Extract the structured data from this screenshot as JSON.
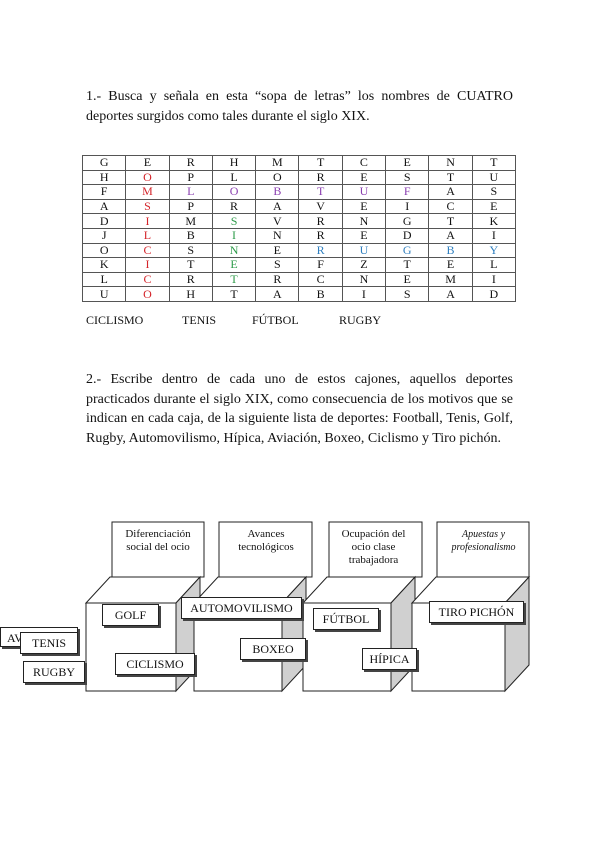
{
  "q1_text": "1.- Busca y señala en esta “sopa de letras” los nombres de CUATRO deportes surgidos como tales durante el siglo XIX.",
  "grid": [
    [
      "G",
      "E",
      "R",
      "H",
      "M",
      "T",
      "C",
      "E",
      "N",
      "T"
    ],
    [
      "H",
      "O",
      "P",
      "L",
      "O",
      "R",
      "E",
      "S",
      "T",
      "U"
    ],
    [
      "F",
      "M",
      "L",
      "O",
      "B",
      "T",
      "U",
      "F",
      "A",
      "S"
    ],
    [
      "A",
      "S",
      "P",
      "R",
      "A",
      "V",
      "E",
      "I",
      "C",
      "E"
    ],
    [
      "D",
      "I",
      "M",
      "S",
      "V",
      "R",
      "N",
      "G",
      "T",
      "K"
    ],
    [
      "J",
      "L",
      "B",
      "I",
      "N",
      "R",
      "E",
      "D",
      "A",
      "I"
    ],
    [
      "O",
      "C",
      "S",
      "N",
      "E",
      "R",
      "U",
      "G",
      "B",
      "Y"
    ],
    [
      "K",
      "I",
      "T",
      "E",
      "S",
      "F",
      "Z",
      "T",
      "E",
      "L"
    ],
    [
      "L",
      "C",
      "R",
      "T",
      "R",
      "C",
      "N",
      "E",
      "M",
      "I"
    ],
    [
      "U",
      "O",
      "H",
      "T",
      "A",
      "B",
      "I",
      "S",
      "A",
      "D"
    ]
  ],
  "highlights": [
    {
      "word": "CICLISMO",
      "color": "#d4242a",
      "cells": [
        [
          9,
          1
        ],
        [
          8,
          1
        ],
        [
          7,
          1
        ],
        [
          6,
          1
        ],
        [
          5,
          1
        ],
        [
          4,
          1
        ],
        [
          3,
          1
        ],
        [
          2,
          1
        ],
        [
          1,
          1
        ]
      ]
    },
    {
      "word": "TENIS",
      "color": "#2e9b4a",
      "cells": [
        [
          8,
          3
        ],
        [
          7,
          3
        ],
        [
          6,
          3
        ],
        [
          5,
          3
        ],
        [
          4,
          3
        ]
      ]
    },
    {
      "word": "FÚTBOL",
      "color": "#8a3fb0",
      "cells": [
        [
          2,
          7
        ],
        [
          2,
          6
        ],
        [
          2,
          5
        ],
        [
          2,
          4
        ],
        [
          2,
          3
        ],
        [
          2,
          2
        ]
      ]
    },
    {
      "word": "RUGBY",
      "color": "#2f7fbf",
      "cells": [
        [
          6,
          5
        ],
        [
          6,
          6
        ],
        [
          6,
          7
        ],
        [
          6,
          8
        ],
        [
          6,
          9
        ]
      ]
    }
  ],
  "words_list": [
    "CICLISMO",
    "TENIS",
    "FÚTBOL",
    "RUGBY"
  ],
  "q2_text": "2.- Escribe dentro de cada uno de estos cajones, aquellos deportes practicados durante el siglo XIX, como consecuencia de los motivos que se indican en cada caja, de la siguiente lista de deportes: Football, Tenis, Golf, Rugby, Automovilismo, Hípica, Aviación, Boxeo, Ciclismo y Tiro pichón.",
  "categories": [
    {
      "title": "Diferenciación social del ocio",
      "italic": false
    },
    {
      "title": "Avances tecnológicos",
      "italic": false
    },
    {
      "title": "Ocupación del ocio clase trabajadora",
      "italic": false
    },
    {
      "title": "Apuestas y profesionalismo",
      "italic": true
    }
  ],
  "answers": {
    "golf": "GOLF",
    "tenis": "TENIS",
    "rugby": "RUGBY",
    "ciclismo": "CICLISMO",
    "aviacion_partial": "AVI",
    "automovilismo": "AUTOMOVILISMO",
    "boxeo": "BOXEO",
    "futbol": "FÚTBOL",
    "hipica": "HÍPICA",
    "tiro_pichon": "TIRO PICHÓN"
  }
}
